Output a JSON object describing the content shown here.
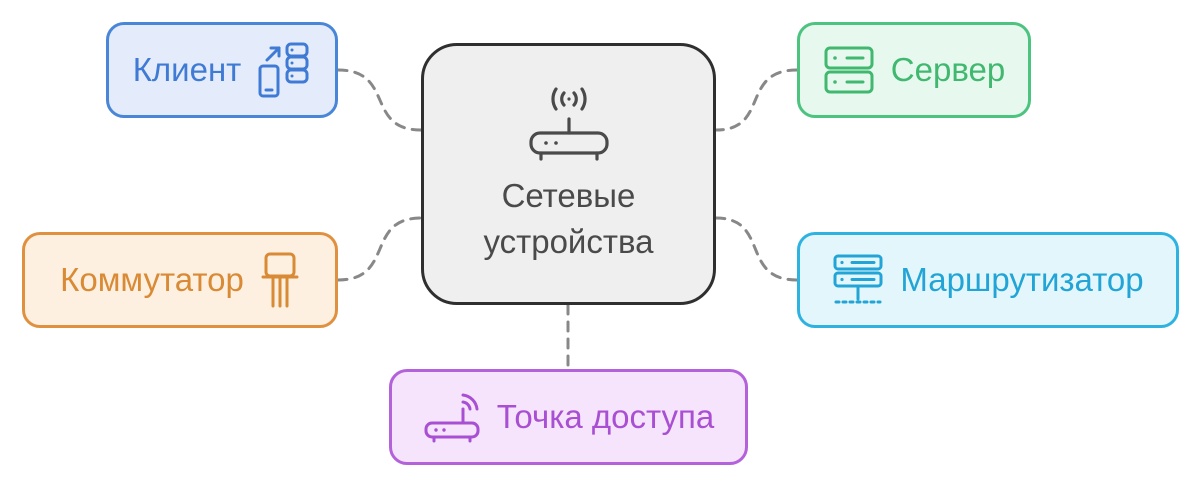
{
  "center": {
    "title_line1": "Сетевые",
    "title_line2": "устройства",
    "icon": "router-icon"
  },
  "nodes": {
    "client": {
      "label": "Клиент",
      "icon": "device-server-sync-icon",
      "color": "#4a86d8"
    },
    "server": {
      "label": "Сервер",
      "icon": "server-icon",
      "color": "#4cc47f"
    },
    "switch": {
      "label": "Коммутатор",
      "icon": "transistor-icon",
      "color": "#e0913f"
    },
    "router": {
      "label": "Маршрутизатор",
      "icon": "network-server-icon",
      "color": "#2eb3e0"
    },
    "access_point": {
      "label": "Точка доступа",
      "icon": "wifi-router-icon",
      "color": "#b462db"
    }
  },
  "connector_color": "#888888"
}
